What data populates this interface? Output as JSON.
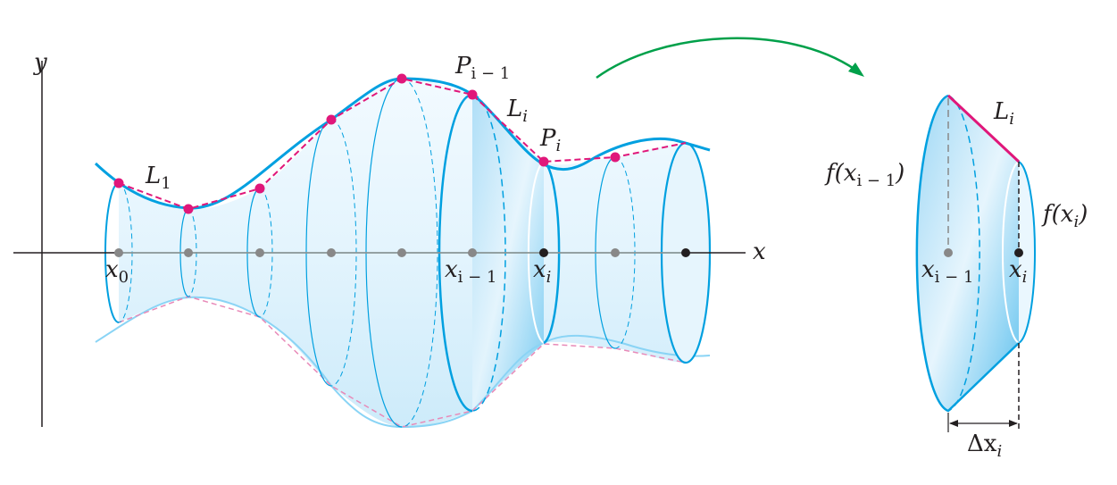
{
  "labels": {
    "y_axis": "y",
    "x_axis": "x",
    "x0": {
      "base": "x",
      "sub": "0"
    },
    "x_im1": {
      "base": "x",
      "sub": "i − 1"
    },
    "x_i": {
      "base": "x",
      "sub": "i"
    },
    "L1": {
      "base": "L",
      "sub": "1"
    },
    "P_im1": {
      "base": "P",
      "sub": "i − 1"
    },
    "L_i": {
      "base": "L",
      "sub": "i"
    },
    "P_i": {
      "base": "P",
      "sub": "i"
    },
    "f_im1": {
      "pre": "f(x",
      "sub": "i − 1",
      "post": ")"
    },
    "f_i": {
      "pre": "f(x",
      "sub": "i",
      "post": ")"
    },
    "delta": {
      "base": "Δx",
      "sub": "i"
    },
    "detail_L_i": {
      "base": "L",
      "sub": "i"
    },
    "detail_x_im1": {
      "base": "x",
      "sub": "i − 1"
    },
    "detail_x_i": {
      "base": "x",
      "sub": "i"
    }
  },
  "colors": {
    "curve": "#00a0e0",
    "polygon": "#e0177a",
    "arrow": "#00a04a",
    "fill": "#d6eefb"
  }
}
